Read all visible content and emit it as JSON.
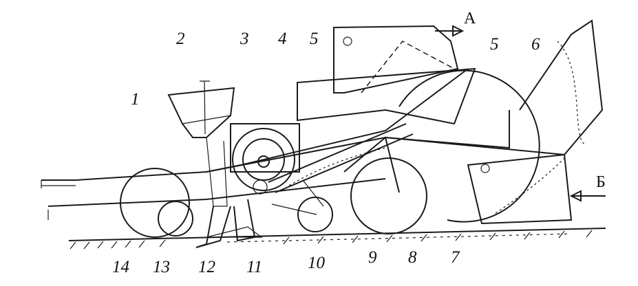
{
  "labels": {
    "l1": "1",
    "l2": "2",
    "l3": "3",
    "l4": "4",
    "l5a": "5",
    "l5b": "5",
    "l6": "6",
    "l7": "7",
    "l8": "8",
    "l9": "9",
    "l10": "10",
    "l11": "11",
    "l12": "12",
    "l13": "13",
    "l14": "14"
  },
  "flow_markers": {
    "a": "А",
    "b": "Б"
  }
}
